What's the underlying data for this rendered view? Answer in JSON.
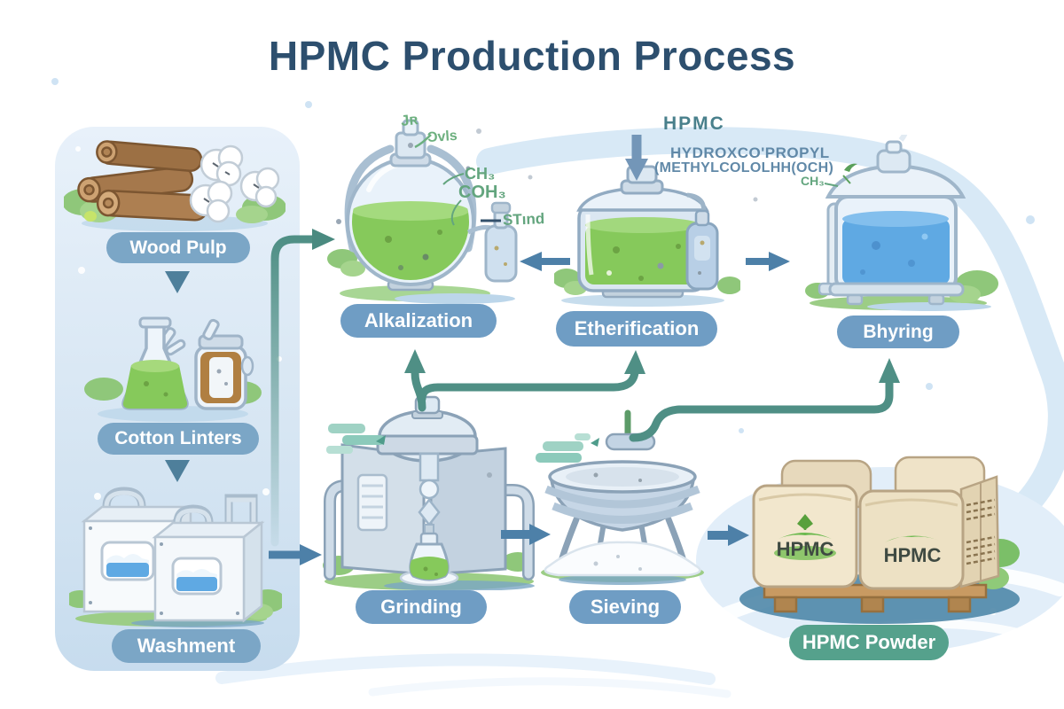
{
  "title": "HPMC Production Process",
  "stages": {
    "wood_pulp": {
      "label": "Wood Pulp"
    },
    "cotton_linters": {
      "label": "Cotton Linters"
    },
    "washment": {
      "label": "Washment"
    },
    "alkalization": {
      "label": "Alkalization"
    },
    "etherification": {
      "label": "Etherification"
    },
    "drying": {
      "label": "Bhyring"
    },
    "grinding": {
      "label": "Grinding"
    },
    "sieving": {
      "label": "Sieving"
    },
    "hpmc_powder": {
      "label": "HPMC Powder"
    }
  },
  "annotations": {
    "alkalization_top_1": "Jʀ",
    "alkalization_top_2": "Ɔvls",
    "alkalization_ch3": "CH₃",
    "alkalization_coh3": "COH₃",
    "alkalization_stand": "STınd",
    "etherification_title": "HPMC",
    "etherification_line1": "HYDROXCO'PROPYL",
    "etherification_line2": "(METHYLCOLOLHH(OCH)",
    "etherification_ch3": "CH₃",
    "bag_label": "HPMC"
  },
  "colors": {
    "title-blue": "#2d4f6e",
    "pill-blue": "#6f9dc4",
    "pill-left-blue": "#7ba6c6",
    "pill-teal": "#55a18c",
    "arrow-blue": "#4d80a8",
    "arrow-teal": "#4f8f85",
    "panel-blue": "#dce9f5",
    "swoosh-blue": "#d8e9f6",
    "ann-green": "#63a57e",
    "ann-blue": "#6189a8",
    "ann-teal": "#49808c",
    "liquid-green": "#86c95b",
    "liquid-blue": "#5fa9e3"
  }
}
